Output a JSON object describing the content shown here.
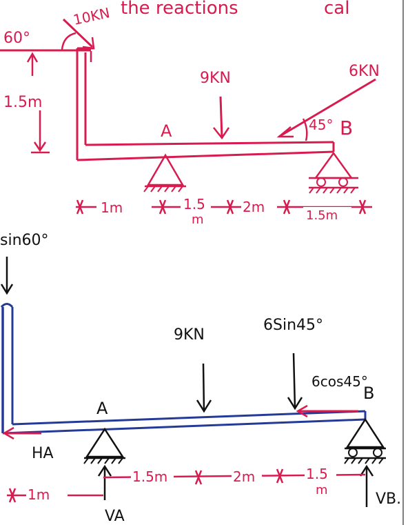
{
  "colors": {
    "red_ink": "#d81b4f",
    "blue_ink": "#243a96",
    "black_ink": "#111111",
    "paper": "#ffffff",
    "margin_line": "#555555"
  },
  "top_figure": {
    "heading_text": "the reactions",
    "heading_tail": "cal",
    "load_10kn": "10KN",
    "angle_60": "60°",
    "height_label": "1.5m",
    "support_a": "A",
    "load_9kn": "9KN",
    "load_6kn": "6KN",
    "angle_45": "45°",
    "support_b": "B",
    "dim_1": "1m",
    "dim_2": "1.5",
    "dim_2_unit": "m",
    "dim_3": "2m",
    "dim_4": "1.5m"
  },
  "bottom_figure": {
    "left_label": "sin60°",
    "load_9kn": "9KN",
    "load_6sin": "6Sin45°",
    "load_6cos": "6cos45°",
    "support_a": "A",
    "support_b": "B",
    "reaction_ha": "HA",
    "reaction_va": "VA",
    "reaction_vb": "VB.",
    "dim_1": "1m",
    "dim_2": "1.5m",
    "dim_3": "2m",
    "dim_4": "1.5",
    "dim_4_unit": "m"
  }
}
